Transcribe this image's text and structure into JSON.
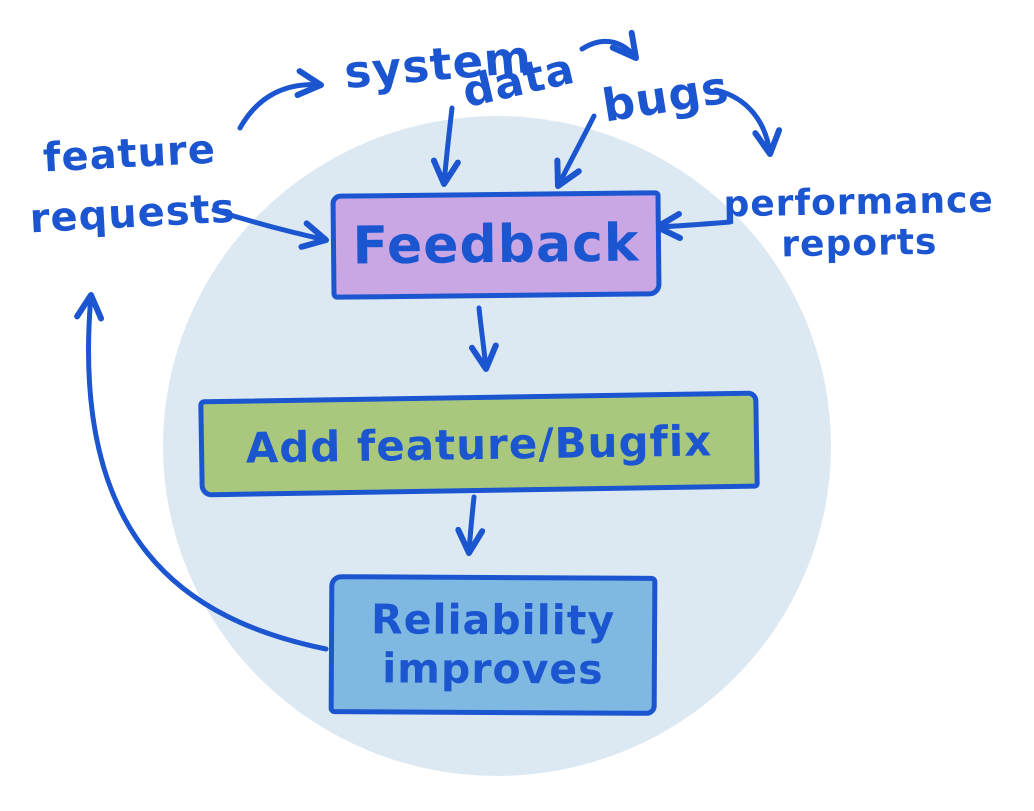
{
  "colors": {
    "ink": "#1b55d0",
    "page_bg": "#ffffff",
    "circle_fill": "#dde9f2",
    "feedback_fill": "#c9a6e4",
    "addfeature_fill": "#a9c87e",
    "reliability_fill": "#7fb9e2"
  },
  "nodes": {
    "feedback": {
      "label": "Feedback"
    },
    "addfeature": {
      "label": "Add feature/Bugfix"
    },
    "reliability": {
      "line1": "Reliability",
      "line2": "improves"
    }
  },
  "labels": {
    "feature_requests": {
      "line1": "feature",
      "line2": "requests"
    },
    "system": {
      "label": "system"
    },
    "data": {
      "label": "data"
    },
    "bugs": {
      "label": "bugs"
    },
    "performance_reports": {
      "line1": "performance",
      "line2": "reports"
    }
  },
  "edges": [
    {
      "from": "feature requests",
      "to": "system data"
    },
    {
      "from": "feature requests",
      "to": "Feedback"
    },
    {
      "from": "system data",
      "to": "Feedback"
    },
    {
      "from": "system data",
      "to": "bugs"
    },
    {
      "from": "bugs",
      "to": "Feedback"
    },
    {
      "from": "bugs",
      "to": "performance reports"
    },
    {
      "from": "performance reports",
      "to": "Feedback"
    },
    {
      "from": "Feedback",
      "to": "Add feature/Bugfix"
    },
    {
      "from": "Add feature/Bugfix",
      "to": "Reliability improves"
    },
    {
      "from": "Reliability improves",
      "to": "feature requests"
    }
  ]
}
